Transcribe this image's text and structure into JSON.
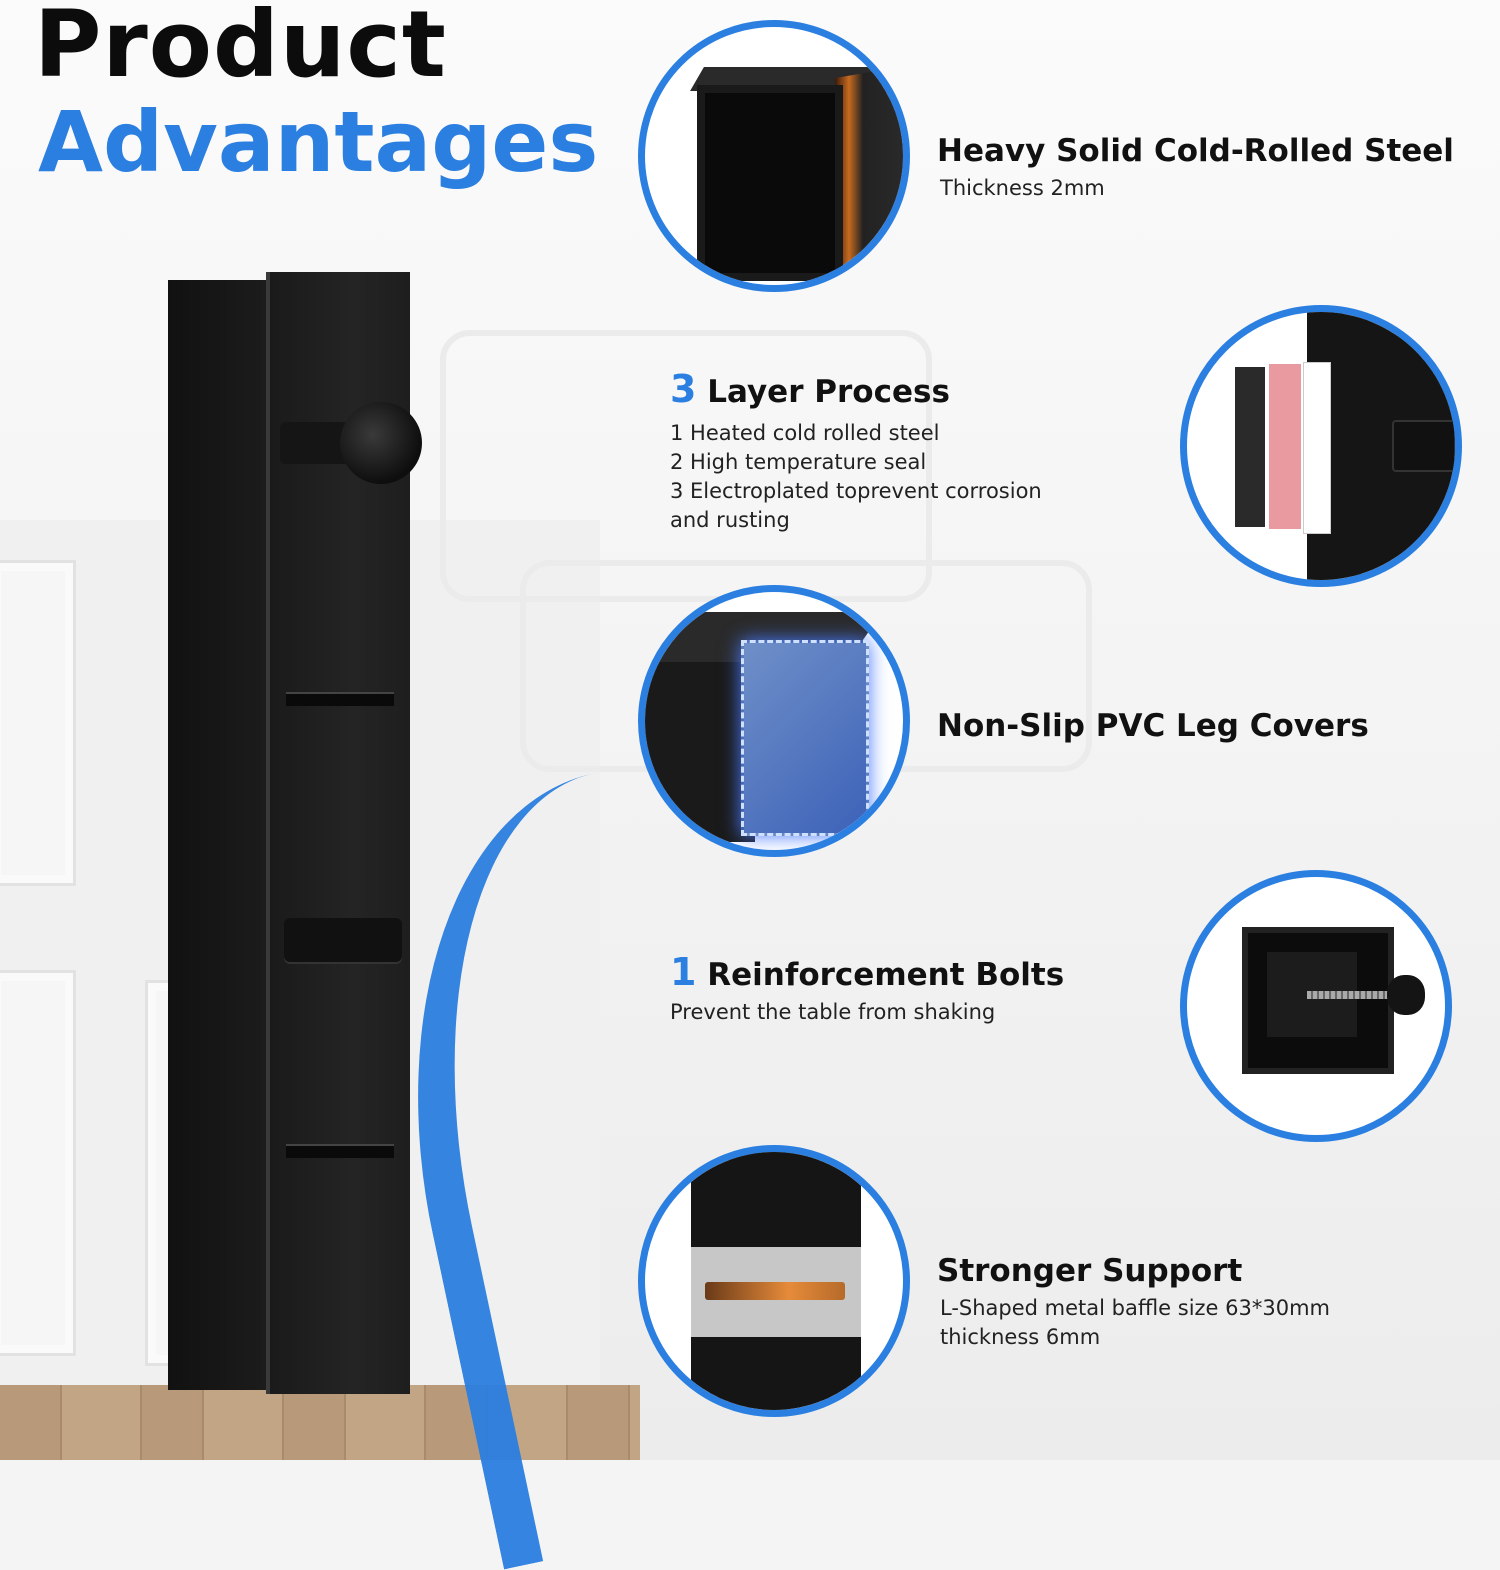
{
  "title": {
    "line1": "Product",
    "line2": "Advantages"
  },
  "colors": {
    "accent": "#2b7fe0",
    "text": "#111111"
  },
  "features": [
    {
      "heading": "Heavy Solid Cold-Rolled Steel",
      "lines": [
        "Thickness 2mm"
      ]
    },
    {
      "number": "3",
      "heading": "Layer Process",
      "lines": [
        "1 Heated cold rolled steel",
        "2 High temperature seal",
        "3 Electroplated toprevent corrosion",
        "and rusting"
      ]
    },
    {
      "heading": "Non-Slip PVC Leg Covers"
    },
    {
      "number": "1",
      "heading": "Reinforcement Bolts",
      "lines": [
        "Prevent the table from shaking"
      ]
    },
    {
      "heading": "Stronger Support",
      "lines": [
        "L-Shaped metal baffle size 63*30mm",
        "thickness 6mm"
      ]
    }
  ]
}
